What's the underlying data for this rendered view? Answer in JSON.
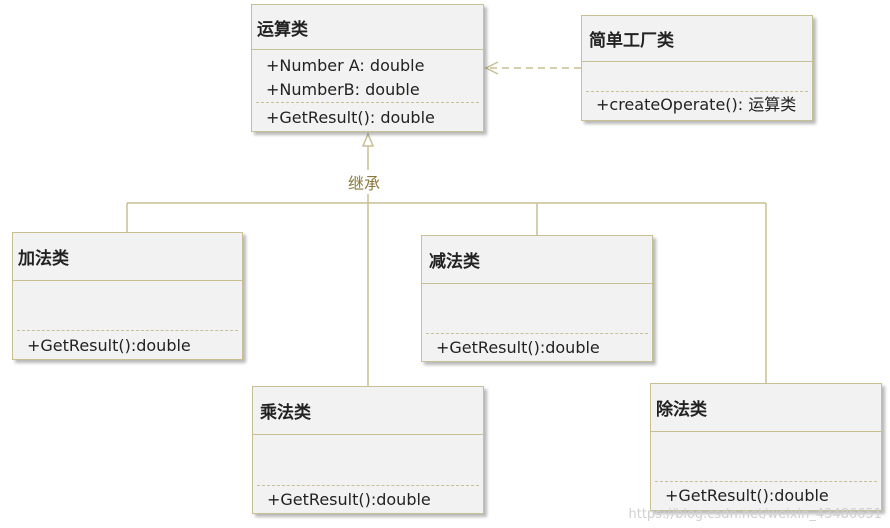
{
  "classes": {
    "operation": {
      "name": "运算类",
      "attributes": [
        "+Number A: double",
        "+NumberB: double"
      ],
      "operations": [
        "+GetResult(): double"
      ]
    },
    "factory": {
      "name": "简单工厂类",
      "operations": [
        "+createOperate(): 运算类"
      ]
    },
    "add": {
      "name": "加法类",
      "operations": [
        "+GetResult():double"
      ]
    },
    "subtract": {
      "name": "减法类",
      "operations": [
        "+GetResult():double"
      ]
    },
    "multiply": {
      "name": "乘法类",
      "operations": [
        "+GetResult():double"
      ]
    },
    "divide": {
      "name": "除法类",
      "operations": [
        "+GetResult():double"
      ]
    }
  },
  "labels": {
    "inheritance": "继承"
  },
  "watermark": "https://blog.csdn.net/weixin_43486651",
  "colors": {
    "border": "#c8bf94",
    "fill": "#f2f2f2",
    "connector": "#c8bf94",
    "label": "#8a7a3d"
  }
}
